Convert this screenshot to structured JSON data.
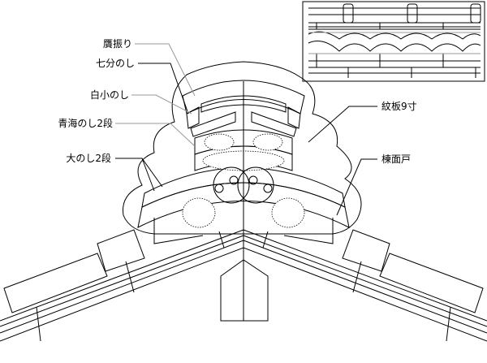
{
  "labels": {
    "ganburi": "贋振り",
    "shichibu_noshi": "七分のし",
    "shiro_ko_noshi": "白小のし",
    "seigai_noshi": "青海のし2段",
    "oo_noshi": "大のし2段",
    "monita": "紋板9寸",
    "munemendo": "棟面戸"
  }
}
